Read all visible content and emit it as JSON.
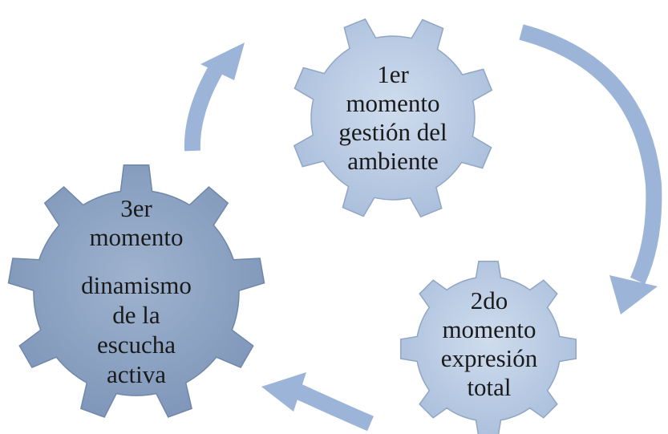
{
  "diagram": {
    "gear1": {
      "lines": [
        "1er",
        "momento",
        "gestión del",
        "ambiente"
      ],
      "fill": "#b7c9e1",
      "stroke": "#90a6c3"
    },
    "gear2": {
      "lines": [
        "2do",
        "momento",
        "expresión",
        "total"
      ],
      "fill": "#b9cae2",
      "stroke": "#90a6c3"
    },
    "gear3": {
      "lines": [
        "3er",
        "momento",
        "dinamismo",
        "de la",
        "escucha",
        "activa"
      ],
      "fill": "#8da4c3",
      "stroke": "#6f87a8"
    },
    "arrow_color": "#9bb4d7"
  }
}
